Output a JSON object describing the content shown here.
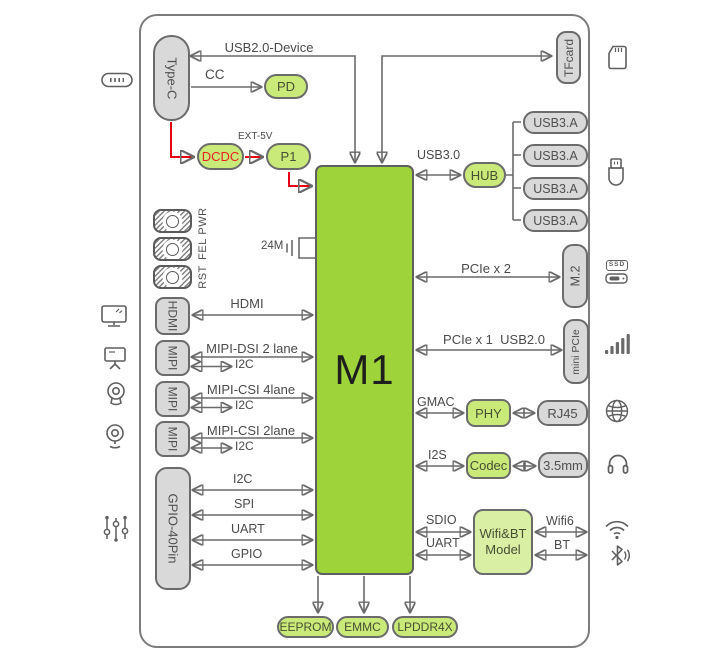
{
  "colors": {
    "chip_green": "#9ed43a",
    "pill_green": "#c9ea79",
    "module_green": "#d9efa4",
    "box_gray": "#d9d9d9",
    "line_gray": "#6a6a6a",
    "power_red": "#e60012"
  },
  "chip": {
    "label": "M1"
  },
  "power": {
    "typec": "Type-C",
    "usb2_device": "USB2.0-Device",
    "cc": "CC",
    "pd": "PD",
    "dcdc": "DCDC",
    "ext5v": "EXT-5V",
    "p1": "P1"
  },
  "clock": {
    "xtal": "24M"
  },
  "buttons": [
    "PWR",
    "FEL",
    "RST"
  ],
  "display": {
    "hdmi_box": "HDMI",
    "hdmi_bus": "HDMI",
    "mipi_box": "MIPI",
    "dsi_bus": "MIPI-DSI 2 lane",
    "csi4_bus": "MIPI-CSI 4lane",
    "csi2_bus": "MIPI-CSI 2lane",
    "i2c": "I2C"
  },
  "gpio": {
    "box": "GPIO-40Pin",
    "buses": [
      "I2C",
      "SPI",
      "UART",
      "GPIO"
    ]
  },
  "storage": {
    "tfcard": "TFcard"
  },
  "usb": {
    "bus": "USB3.0",
    "hub": "HUB",
    "ports": [
      "USB3.A",
      "USB3.A",
      "USB3.A",
      "USB3.A"
    ]
  },
  "pcie": {
    "m2_bus": "PCIe x 2",
    "m2": "M.2",
    "mini_bus": "PCIe x 1  USB2.0",
    "mini": "mini PCIe"
  },
  "network": {
    "gmac": "GMAC",
    "phy": "PHY",
    "rj45": "RJ45"
  },
  "audio": {
    "i2s": "I2S",
    "codec": "Codec",
    "jack": "3.5mm"
  },
  "wireless": {
    "sdio": "SDIO",
    "uart": "UART",
    "module_line1": "Wifi&BT",
    "module_line2": "Model",
    "wifi6": "Wifi6",
    "bt": "BT"
  },
  "memory": [
    "EEPROM",
    "EMMC",
    "LPDDR4X"
  ],
  "icons": {
    "ssd_label": "SSD"
  }
}
